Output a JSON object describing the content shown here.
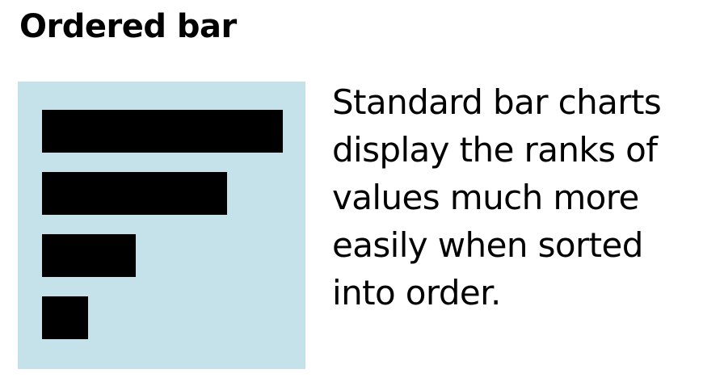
{
  "title": "Ordered bar",
  "description": "Standard bar charts display the ranks of values much more easily when sorted into order.",
  "icon": {
    "name": "ordered-bar-icon",
    "background_color": "#c5e1e9",
    "bar_color": "#000000",
    "bars": [
      1.0,
      0.77,
      0.39,
      0.19
    ]
  }
}
